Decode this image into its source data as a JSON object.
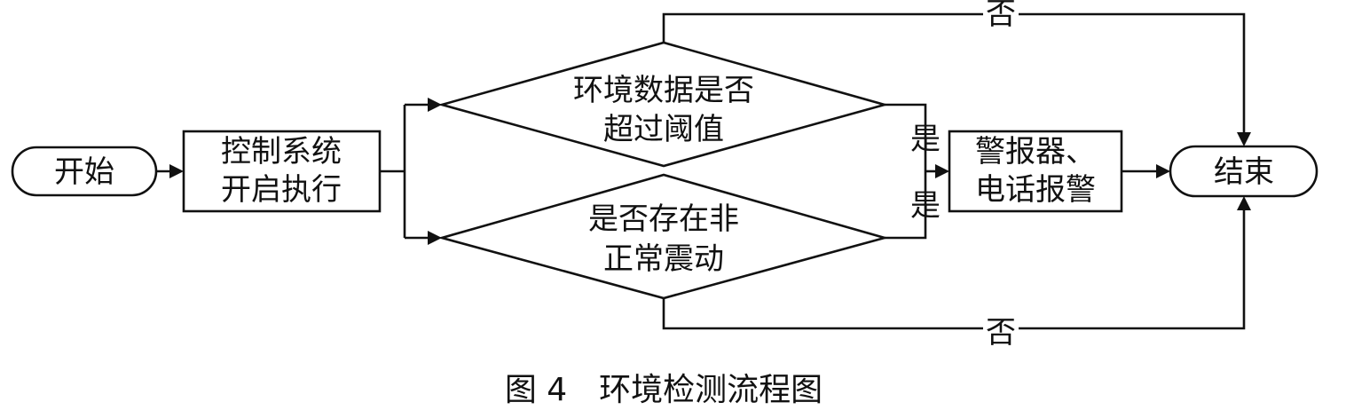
{
  "nodes": {
    "start": "开始",
    "control": [
      "控制系统",
      "开启执行"
    ],
    "threshold": [
      "环境数据是否",
      "超过阈值"
    ],
    "vibration": [
      "是否存在非",
      "正常震动"
    ],
    "alarm": [
      "警报器、",
      "电话报警"
    ],
    "end": "结束"
  },
  "edges": {
    "threshold_yes": "是",
    "vibration_yes": "是",
    "threshold_no": "否",
    "vibration_no": "否"
  },
  "caption": "图 4　环境检测流程图"
}
